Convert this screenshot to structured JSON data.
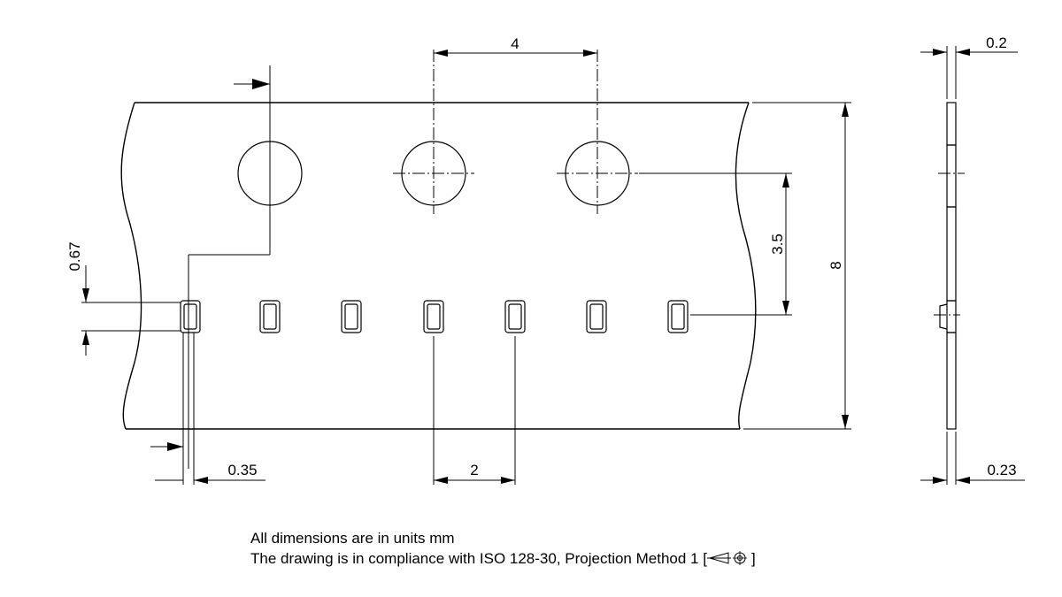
{
  "dimensions": {
    "hole_pitch": "4",
    "hole_to_pocket": "3.5",
    "tape_width": "8",
    "pocket_pitch": "2",
    "pocket_width": "0.35",
    "pocket_length": "0.67",
    "tape_thickness": "0.2",
    "pocket_depth": "0.23"
  },
  "notes": {
    "units": "All dimensions are in units mm",
    "compliance": "The drawing is in compliance with ISO 128-30, Projection Method 1 [",
    "compliance_end": "]"
  },
  "symbols": {
    "projection_method_icon": "first-angle-projection-symbol"
  }
}
